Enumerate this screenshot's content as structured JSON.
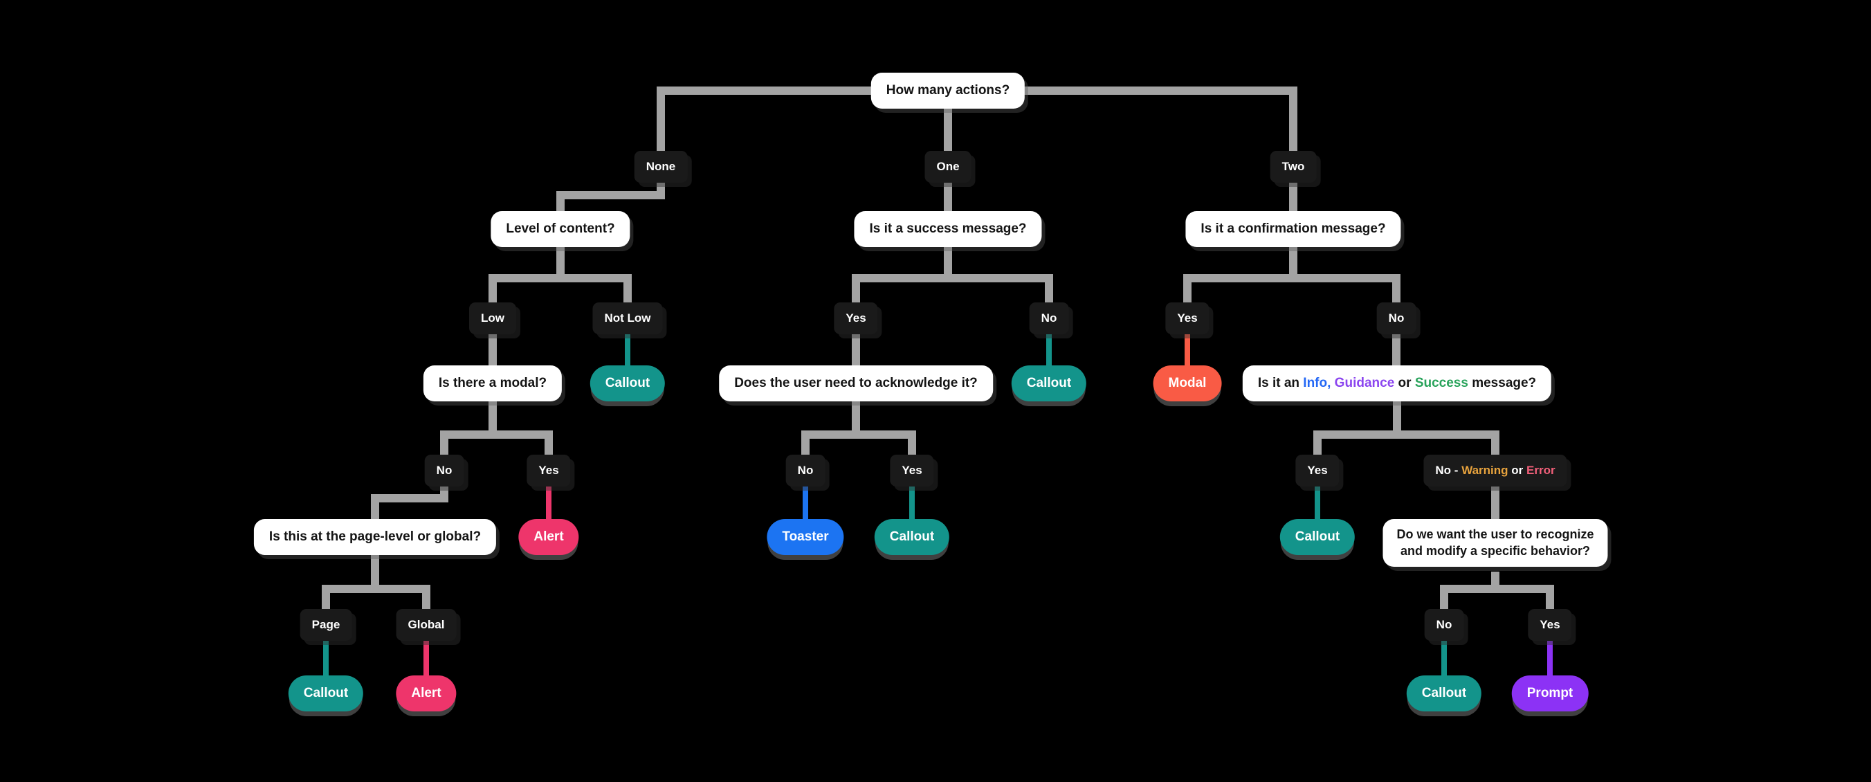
{
  "nodes": {
    "root": "How many actions?",
    "level_q": "Level of content?",
    "success_q": "Is it a success message?",
    "confirm_q": "Is it a confirmation message?",
    "modal_q": "Is there a modal?",
    "ack_q": "Does the user need to acknowledge it?",
    "page_q": "Is this at the page-level or global?",
    "behavior_q_line1": "Do we want the user to recognize",
    "behavior_q_line2": "and modify a specific behavior?",
    "info_q": {
      "prefix": "Is it an ",
      "info": "Info,",
      "sep1": " ",
      "guidance": "Guidance",
      "sep2": " or ",
      "success": "Success",
      "suffix": " message?"
    },
    "warn_label": {
      "prefix": "No - ",
      "warning": "Warning",
      "mid": " or ",
      "error": "Error"
    }
  },
  "labels": {
    "none": "None",
    "one": "One",
    "two": "Two",
    "low": "Low",
    "not_low": "Not Low",
    "yes": "Yes",
    "no": "No",
    "page": "Page",
    "global": "Global"
  },
  "outcomes": {
    "callout": "Callout",
    "alert": "Alert",
    "toaster": "Toaster",
    "modal": "Modal",
    "prompt": "Prompt"
  },
  "colors": {
    "callout": "#13948b",
    "alert": "#ee356b",
    "toaster": "#1c74f2",
    "modal": "#f95b45",
    "prompt": "#8c32f5",
    "info": "#2468f5",
    "guidance": "#8b45ef",
    "success": "#29a35b",
    "warning": "#e8a33d",
    "error": "#f2607a",
    "connector": "#a3a3a3"
  }
}
